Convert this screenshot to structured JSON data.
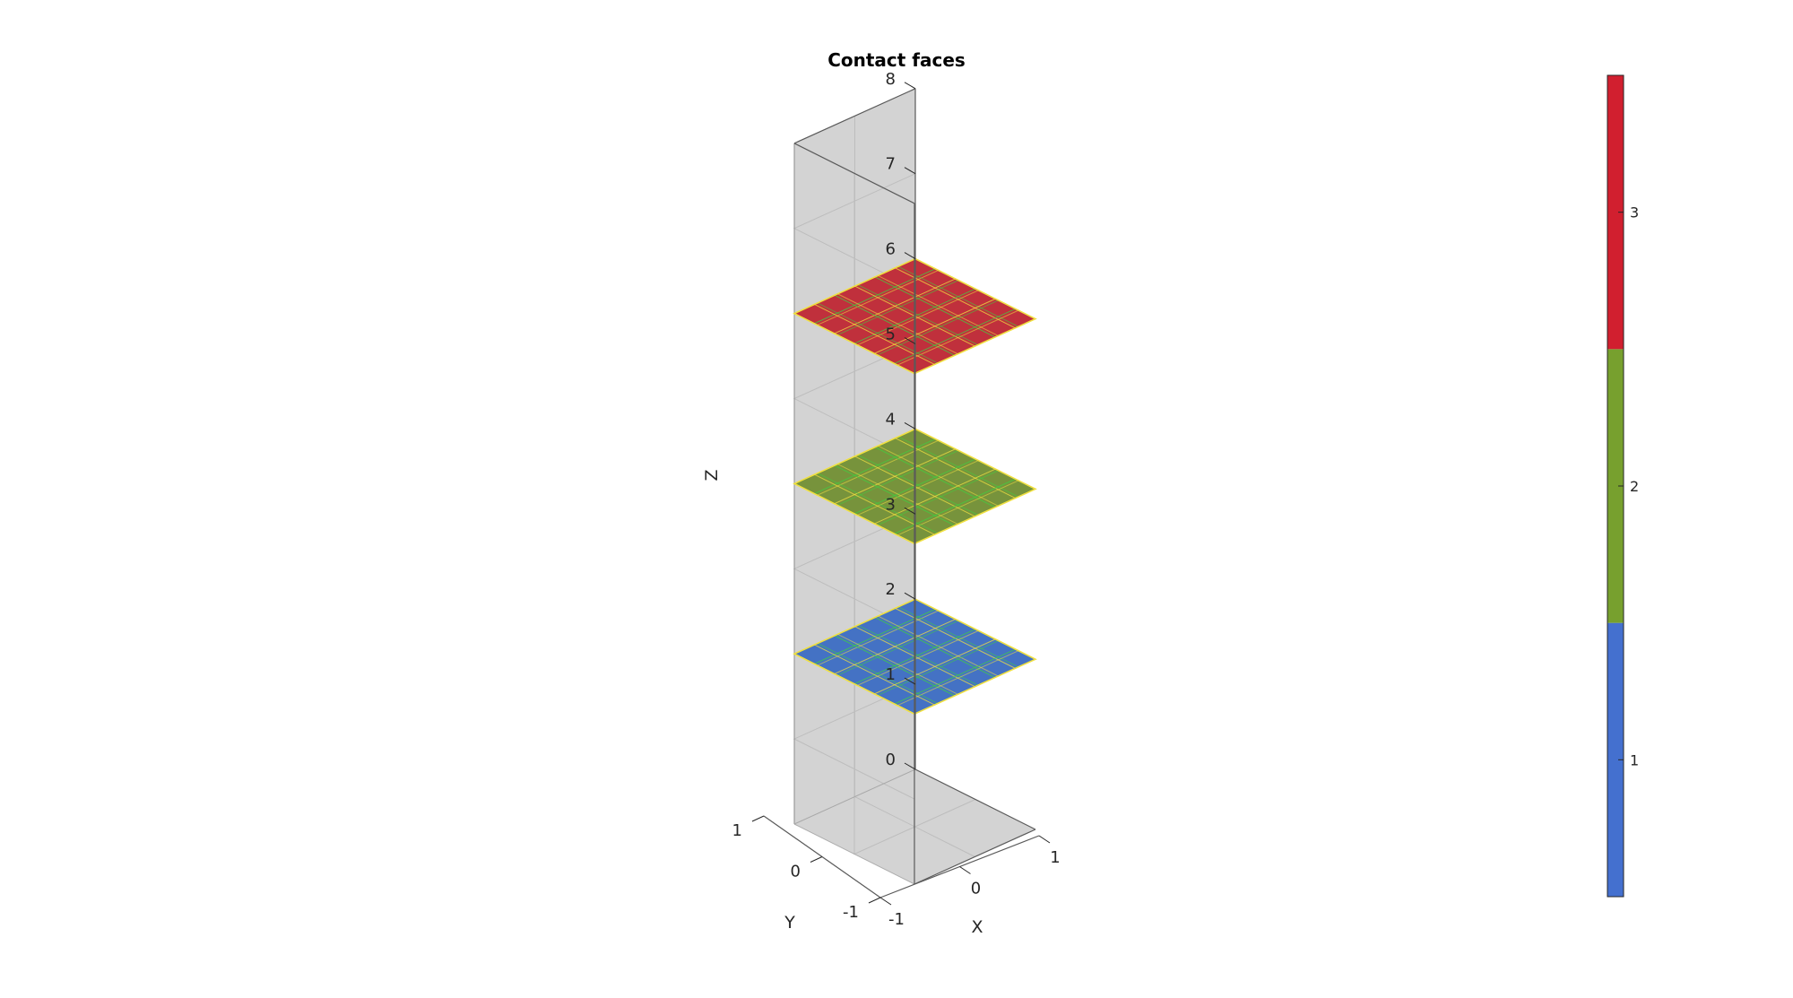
{
  "chart_data": {
    "type": "surface3d",
    "title": "Contact faces",
    "xlabel": "X",
    "ylabel": "Y",
    "zlabel": "Z",
    "xlim": [
      -1,
      1
    ],
    "ylim": [
      -1,
      1
    ],
    "zlim": [
      0,
      8
    ],
    "xticks": [
      "-1",
      "0",
      "1"
    ],
    "yticks": [
      "-1",
      "0",
      "1"
    ],
    "zticks": [
      "0",
      "1",
      "2",
      "3",
      "4",
      "5",
      "6",
      "7",
      "8"
    ],
    "grid": true,
    "axes_background": "#d3d3d3",
    "grid_divisions": 6,
    "faces": [
      {
        "id": 1,
        "z": 2,
        "x": [
          -1,
          1
        ],
        "y": [
          -1,
          1
        ],
        "color": "#4472c4"
      },
      {
        "id": 2,
        "z": 4,
        "x": [
          -1,
          1
        ],
        "y": [
          -1,
          1
        ],
        "color": "#77933c"
      },
      {
        "id": 3,
        "z": 6,
        "x": [
          -1,
          1
        ],
        "y": [
          -1,
          1
        ],
        "color": "#c0303c"
      }
    ],
    "mesh_colors": [
      "#f0e040",
      "#40d040"
    ],
    "colorbar": {
      "ticks": [
        "1",
        "2",
        "3"
      ],
      "colors": [
        "#4470cf",
        "#77a02e",
        "#d11f2f"
      ]
    }
  }
}
